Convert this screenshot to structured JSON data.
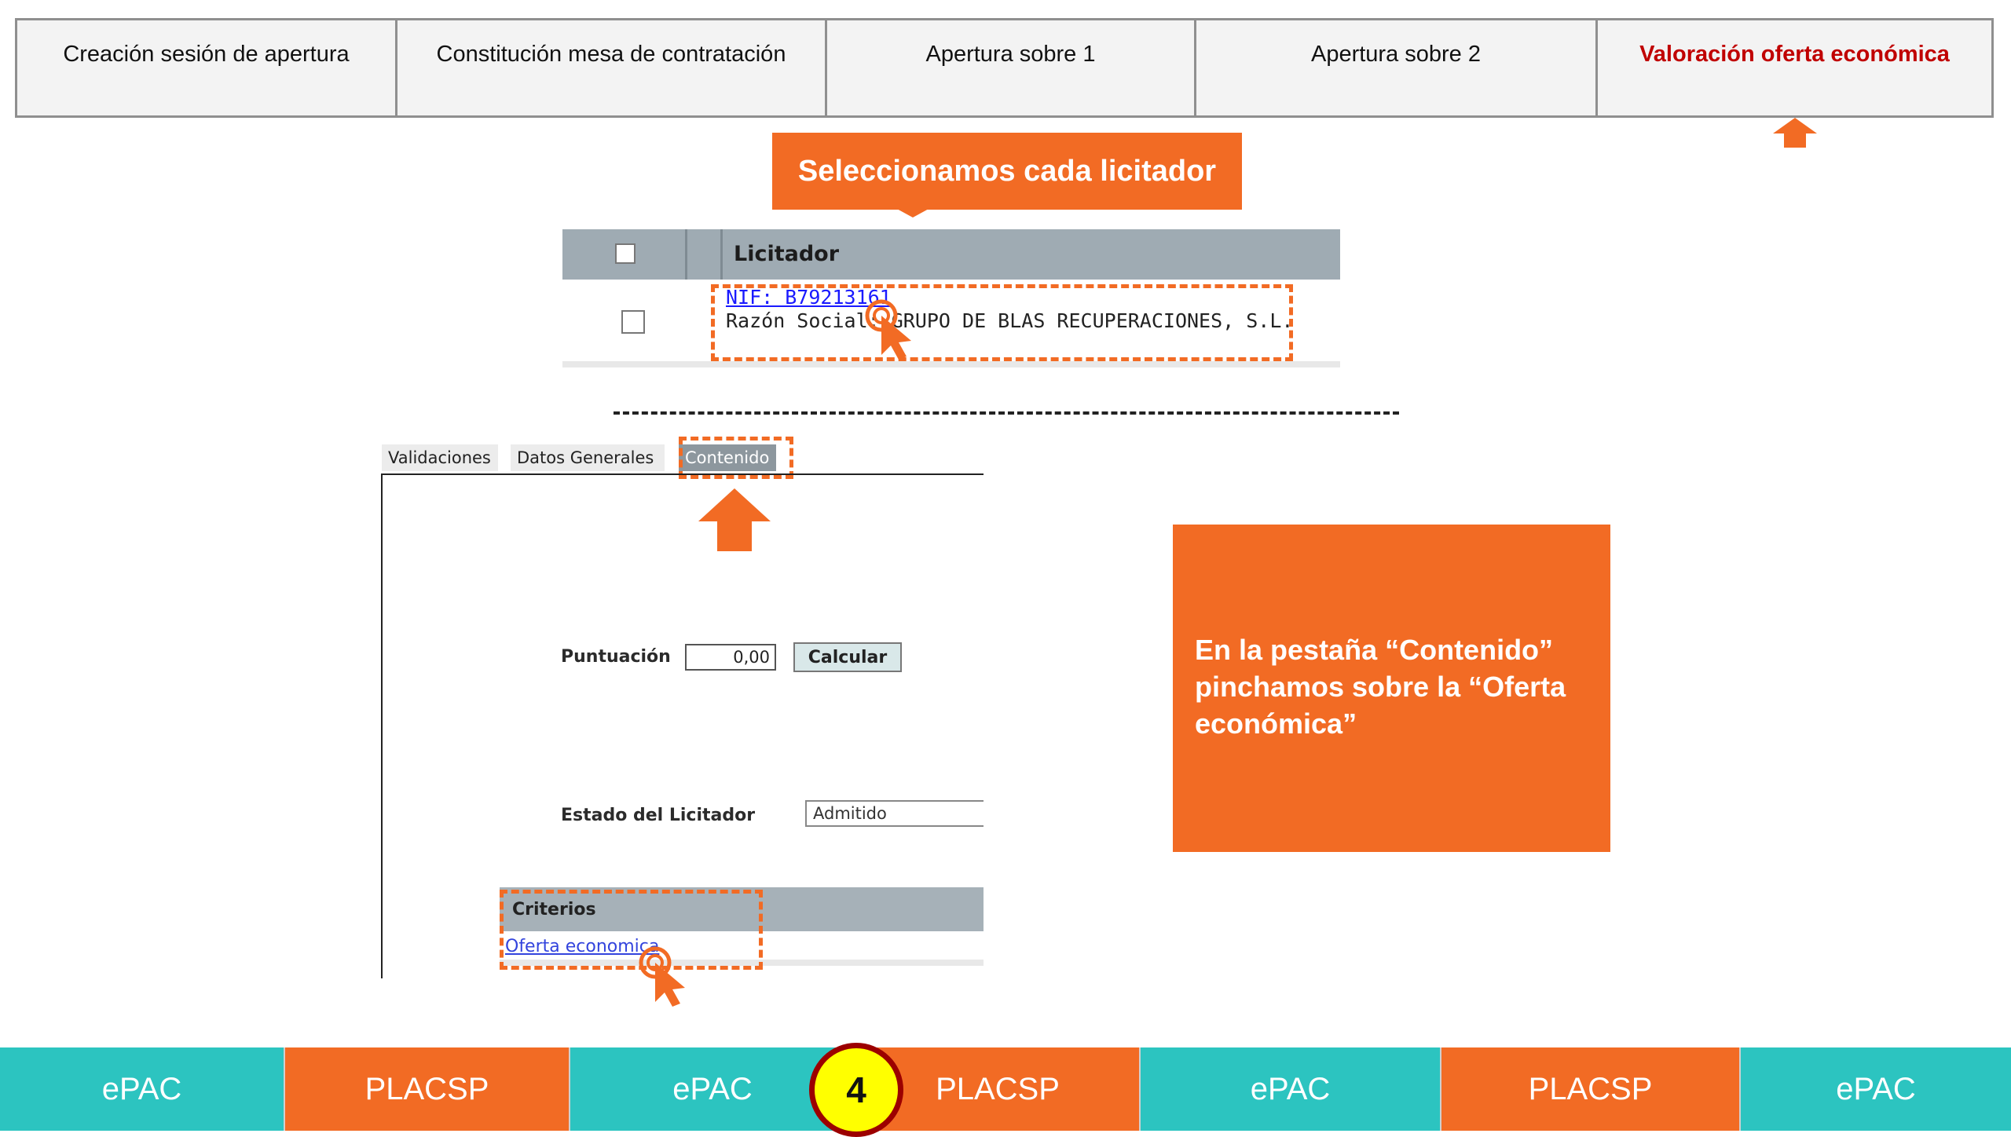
{
  "steps": [
    {
      "label": "Creación sesión de apertura"
    },
    {
      "label": "Constitución mesa de contratación"
    },
    {
      "label": "Apertura sobre 1"
    },
    {
      "label": "Apertura sobre 2"
    },
    {
      "label": "Valoración oferta económica",
      "active": true
    }
  ],
  "callout_top": "Seleccionamos cada licitador",
  "licitador_table": {
    "header": "Licitador",
    "nif": "NIF: B79213161",
    "razon_social": "Razón Social: GRUPO DE BLAS RECUPERACIONES, S.L."
  },
  "tabs": [
    "Validaciones",
    "Datos Generales",
    "Contenido"
  ],
  "active_tab": "Contenido",
  "form": {
    "puntuacion_label": "Puntuación",
    "puntuacion_value": "0,00",
    "calcular_label": "Calcular",
    "estado_label": "Estado del Licitador",
    "estado_value": "Admitido"
  },
  "criterios": {
    "header": "Criterios",
    "link": "Oferta economica"
  },
  "callout_right": "En la pestaña “Contenido” pinchamos sobre la “Oferta económica”",
  "bottom_bar": [
    "ePAC",
    "PLACSP",
    "ePAC",
    "PLACSP",
    "ePAC",
    "PLACSP",
    "ePAC"
  ],
  "step_number": "4",
  "colors": {
    "accent": "#f26b24",
    "teal": "#2cc4c0",
    "active_step": "#c00000",
    "badge": "#ffff00"
  }
}
